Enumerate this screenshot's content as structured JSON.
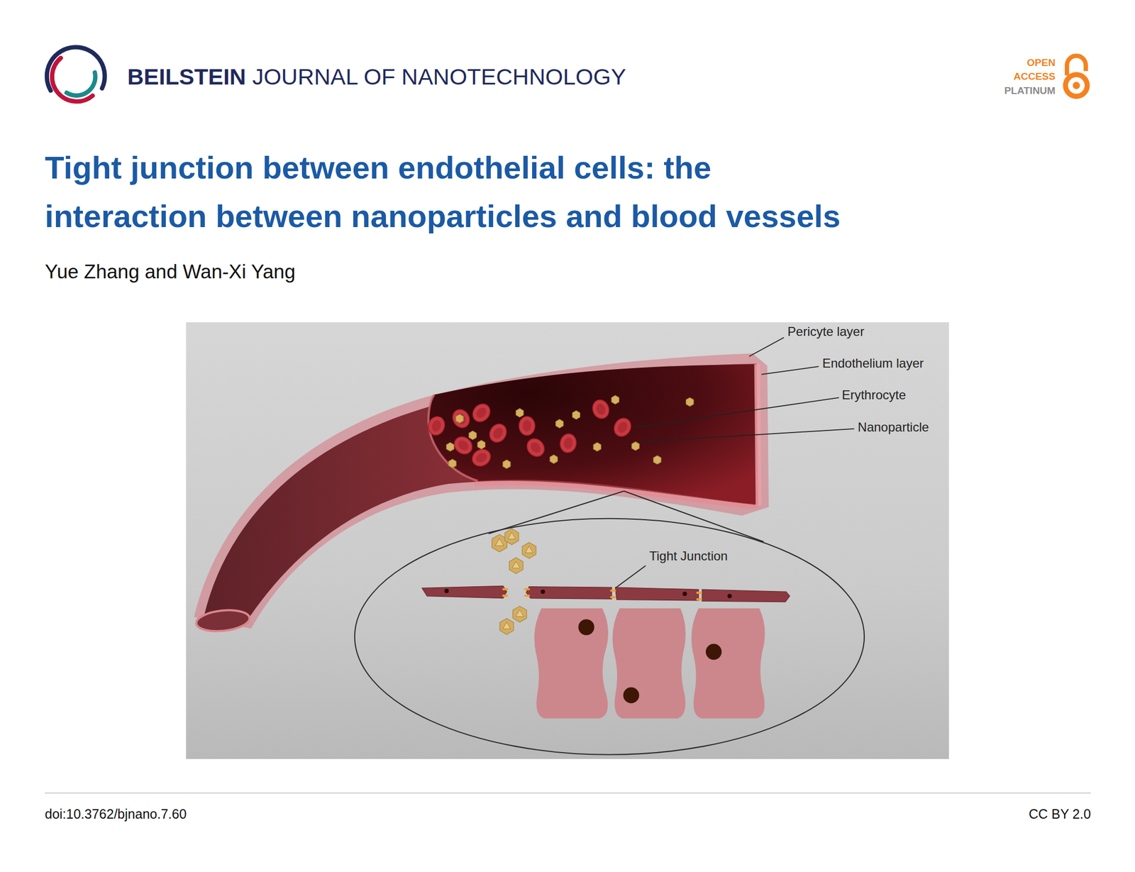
{
  "diagram": {
    "title": "Tight junction between endothelial cells: the interaction between nanoparticles and blood vessels",
    "labels": [
      "BEILSTEIN",
      "JOURNAL OF NANOTECHNOLOGY",
      "OPEN",
      "ACCESS",
      "PLATINUM",
      "Yue Zhang and Wan-Xi Yang",
      "Pericyte layer",
      "Endothelium layer",
      "Erythrocyte",
      "Nanoparticle",
      "Tight Junction",
      "doi:10.3762/bjnano.7.60",
      "CC BY 2.0"
    ]
  }
}
